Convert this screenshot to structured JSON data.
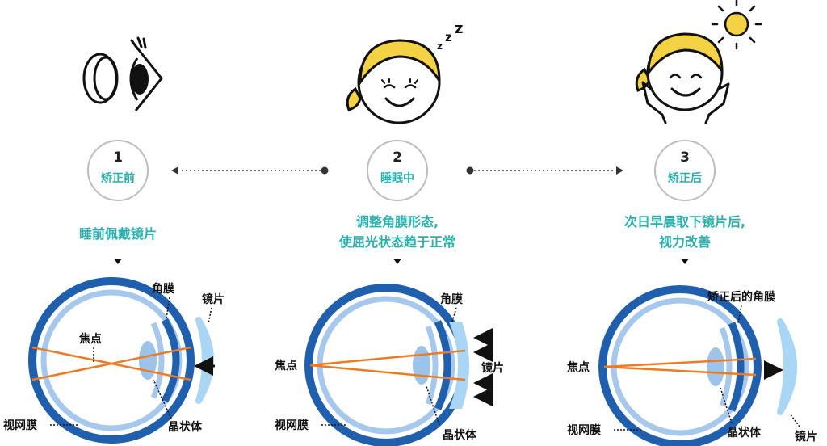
{
  "colors": {
    "teal": "#2bb0ad",
    "eye_outer": "#1f5fad",
    "eye_inner": "#a6c8ec",
    "lens_fill": "#9cc4ea",
    "contact_lens": "#a9d6f5",
    "ray": "#ee7b24",
    "hair": "#f3d343",
    "sun": "#f3d343"
  },
  "steps": [
    {
      "number": "1",
      "label": "矫正前",
      "caption_lines": [
        "睡前佩戴镜片"
      ],
      "annotations": {
        "cornea": "角膜",
        "lens_sheet": "镜片",
        "focus": "焦点",
        "retina": "视网膜",
        "crystalline_lens": "晶状体"
      }
    },
    {
      "number": "2",
      "label": "睡眠中",
      "caption_lines": [
        "调整角膜形态,",
        "使屈光状态趋于正常"
      ],
      "annotations": {
        "cornea": "角膜",
        "lens_sheet": "镜片",
        "focus": "焦点",
        "retina": "视网膜",
        "crystalline_lens": "晶状体"
      }
    },
    {
      "number": "3",
      "label": "矫正后",
      "caption_lines": [
        "次日早晨取下镜片后,",
        "视力改善"
      ],
      "annotations": {
        "cornea": "矫正后的角膜",
        "lens_sheet": "镜片",
        "focus": "焦点",
        "retina": "视网膜",
        "crystalline_lens": "晶状体"
      }
    }
  ],
  "icons": {
    "step1": "contact-lens-and-eye-icon",
    "step2": "sleeping-girl-icon",
    "step3": "smiling-girl-with-sun-icon",
    "sleep": "zzz-icon"
  },
  "sleep_text": [
    "z",
    "z",
    "z"
  ]
}
